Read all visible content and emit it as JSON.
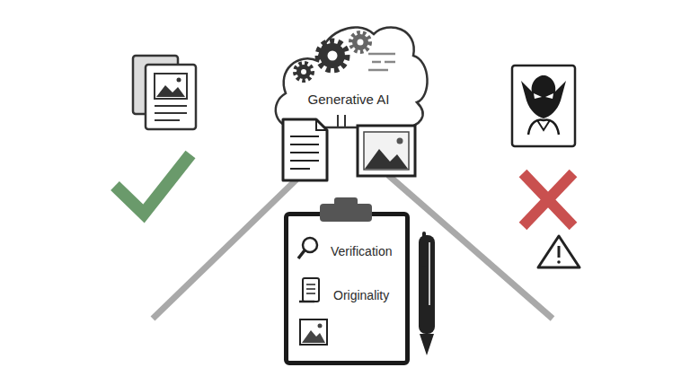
{
  "diagram": {
    "nodes": [
      {
        "text": [
          "Generative AI"
        ]
      },
      {
        "text": [
          "Verification",
          "Originality"
        ]
      }
    ]
  }
}
